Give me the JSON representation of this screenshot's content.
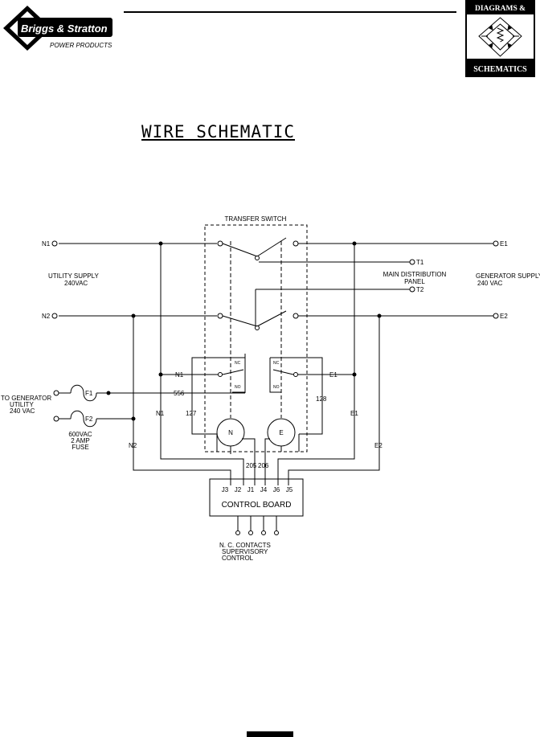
{
  "header": {
    "brand_name": "Briggs & Stratton",
    "brand_sub": "POWER PRODUCTS",
    "badge_top": "DIAGRAMS &",
    "badge_bottom": "SCHEMATICS"
  },
  "title": "WIRE SCHEMATIC",
  "schematic": {
    "transfer_switch": "TRANSFER SWITCH",
    "terminals": {
      "n1": "N1",
      "n2": "N2",
      "e1": "E1",
      "e2": "E2",
      "t1": "T1",
      "t2": "T2"
    },
    "utility_supply": [
      "UTILITY SUPPLY",
      "240VAC"
    ],
    "generator_supply": [
      "GENERATOR SUPPLY",
      "240 VAC"
    ],
    "main_distribution": [
      "MAIN DISTRIBUTION",
      "PANEL"
    ],
    "fuse_source": [
      "TO GENERATOR",
      "UTILITY",
      "240 VAC"
    ],
    "fuses": {
      "f1": "F1",
      "f2": "F2"
    },
    "fuse_rating": [
      "600VAC",
      "2 AMP",
      "FUSE"
    ],
    "relay_contacts": {
      "nc": "NC",
      "no": "NO"
    },
    "motors": {
      "n": "N",
      "e": "E"
    },
    "wires": {
      "w556": "556",
      "w127": "127",
      "w128": "128",
      "n1": "N1",
      "n2": "N2",
      "e1": "E1",
      "e2": "E2",
      "w205": "205",
      "w206": "206"
    },
    "control_board": {
      "label": "CONTROL BOARD",
      "pins": [
        "J3",
        "J2",
        "J1",
        "J4",
        "J6",
        "J5"
      ]
    },
    "contacts_note": [
      "N. C. CONTACTS",
      "SUPERVISORY",
      "CONTROL"
    ]
  }
}
